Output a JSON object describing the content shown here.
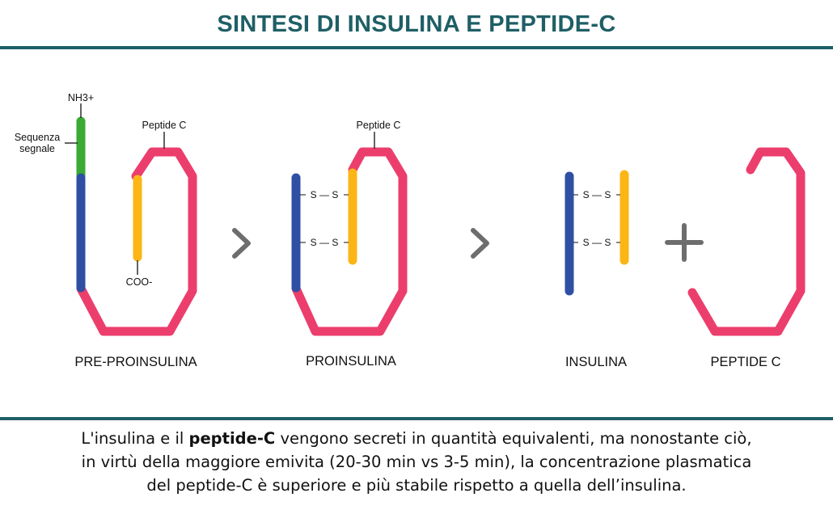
{
  "title": "SINTESI DI INSULINA E PEPTIDE-C",
  "colors": {
    "teal": "#1f5f66",
    "blue": "#2e4fa3",
    "green": "#3aaa35",
    "yellow": "#fbb616",
    "pink": "#ec3e6c",
    "grey_arrow": "#6d6d6d"
  },
  "labels": {
    "nh3": "NH3+",
    "signal_1": "Sequenza",
    "signal_2": "segnale",
    "peptide_c_1": "Peptide C",
    "peptide_c_2": "Peptide C",
    "coo": "COO-",
    "bond": "S — S"
  },
  "stages": {
    "pre_proinsulin": "PRE-PROINSULINA",
    "proinsulin": "PROINSULINA",
    "insulin": "INSULINA",
    "peptide_c": "PEPTIDE C"
  },
  "caption": {
    "line1_pre": "L'insulina e il ",
    "line1_bold": "peptide-C",
    "line1_post": " vengono secreti in quantità equivalenti, ma nonostante ciò,",
    "line2": "in virtù della maggiore emivita (20-30 min vs 3-5 min), la concentrazione plasmatica",
    "line3": "del peptide-C è superiore e più stabile rispetto a quella dell’insulina."
  }
}
